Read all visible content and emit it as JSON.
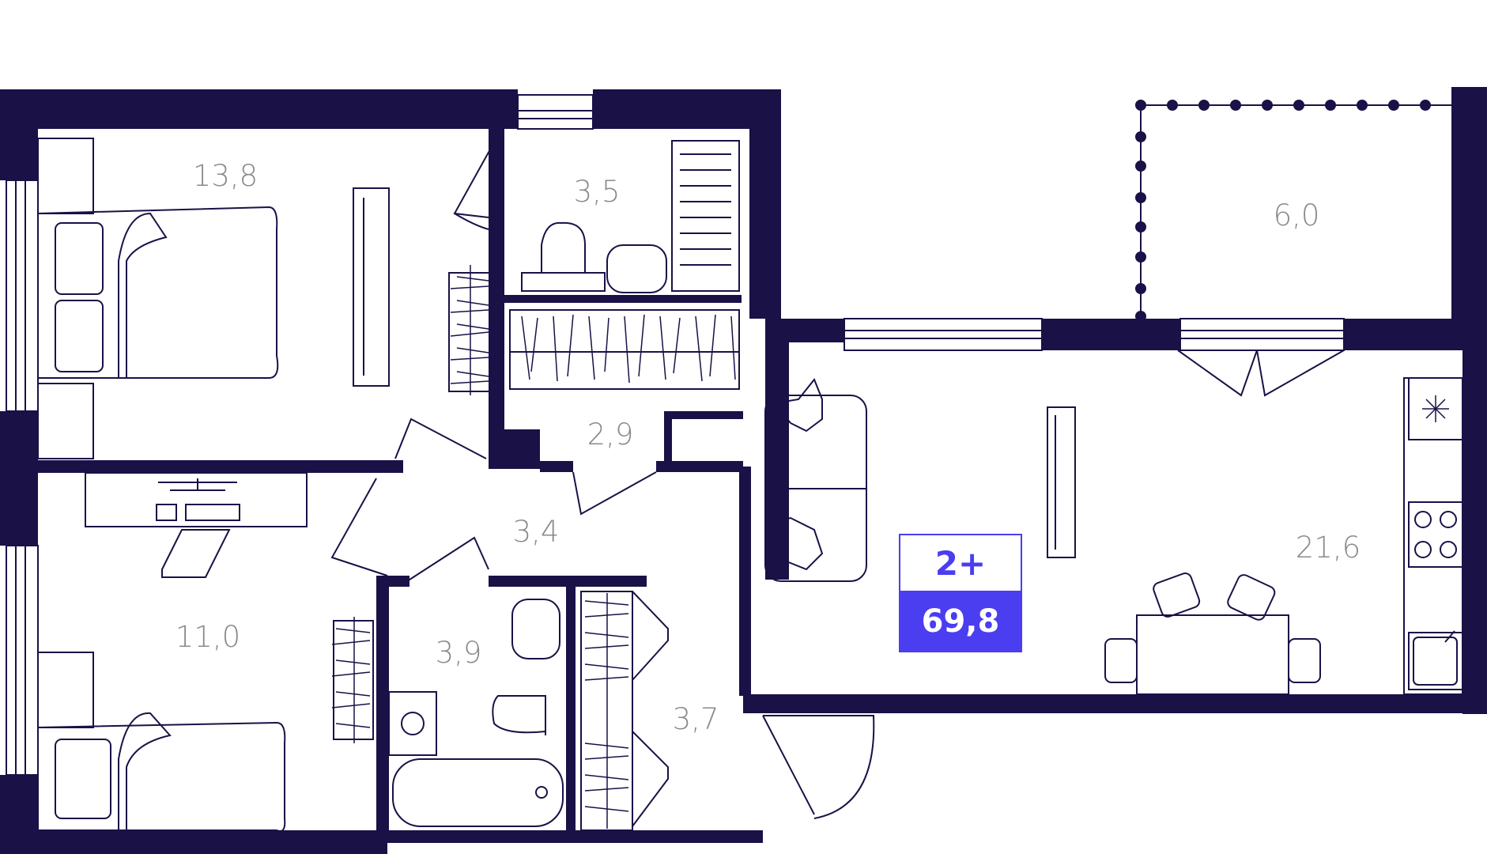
{
  "colors": {
    "wall": "#1a1147",
    "line": "#1a1147",
    "accent": "#4b3df0",
    "label": "#8a8a8a"
  },
  "rooms": {
    "bedroom1": "13,8",
    "bathroom1": "3,5",
    "closet": "2,9",
    "balcony": "6,0",
    "bedroom2": "11,0",
    "hall": "3,4",
    "bathroom2": "3,9",
    "corridor": "3,7",
    "living": "21,6"
  },
  "badge": {
    "rooms": "2+",
    "area": "69,8"
  },
  "icons": [
    "fridge-snowflake-icon",
    "stove-icon",
    "kitchen-sink-icon",
    "toilet-icon",
    "washbasin-icon",
    "bathtub-icon",
    "washing-machine-icon",
    "bed-icon",
    "sofa-icon",
    "dining-table-icon",
    "desk-icon",
    "tv-icon",
    "wardrobe-icon"
  ]
}
